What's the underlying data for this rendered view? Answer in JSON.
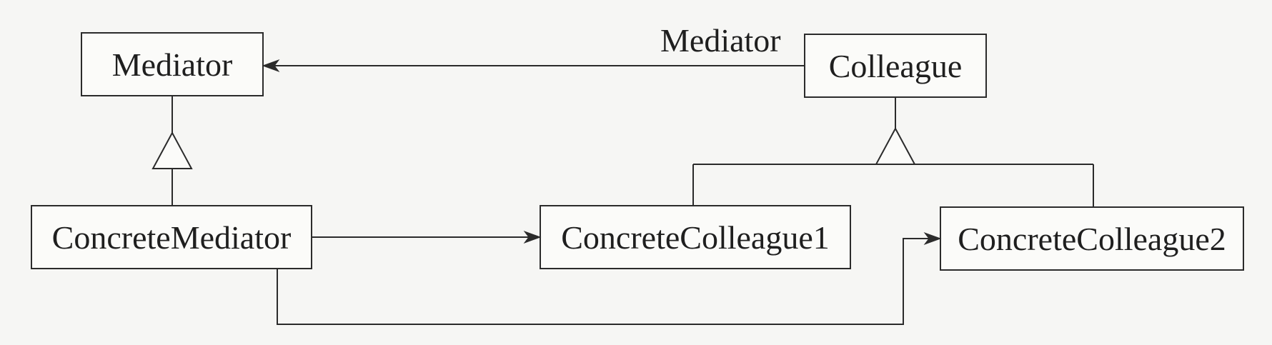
{
  "classes": {
    "mediator": "Mediator",
    "colleague": "Colleague",
    "concrete_mediator": "ConcreteMediator",
    "concrete_colleague1": "ConcreteColleague1",
    "concrete_colleague2": "ConcreteColleague2"
  },
  "associations": {
    "colleague_to_mediator_role": "Mediator"
  },
  "colors": {
    "line": "#2b2b2b",
    "background": "#f6f6f4",
    "box_fill": "#fbfbf9",
    "text": "#1f1f1f"
  }
}
